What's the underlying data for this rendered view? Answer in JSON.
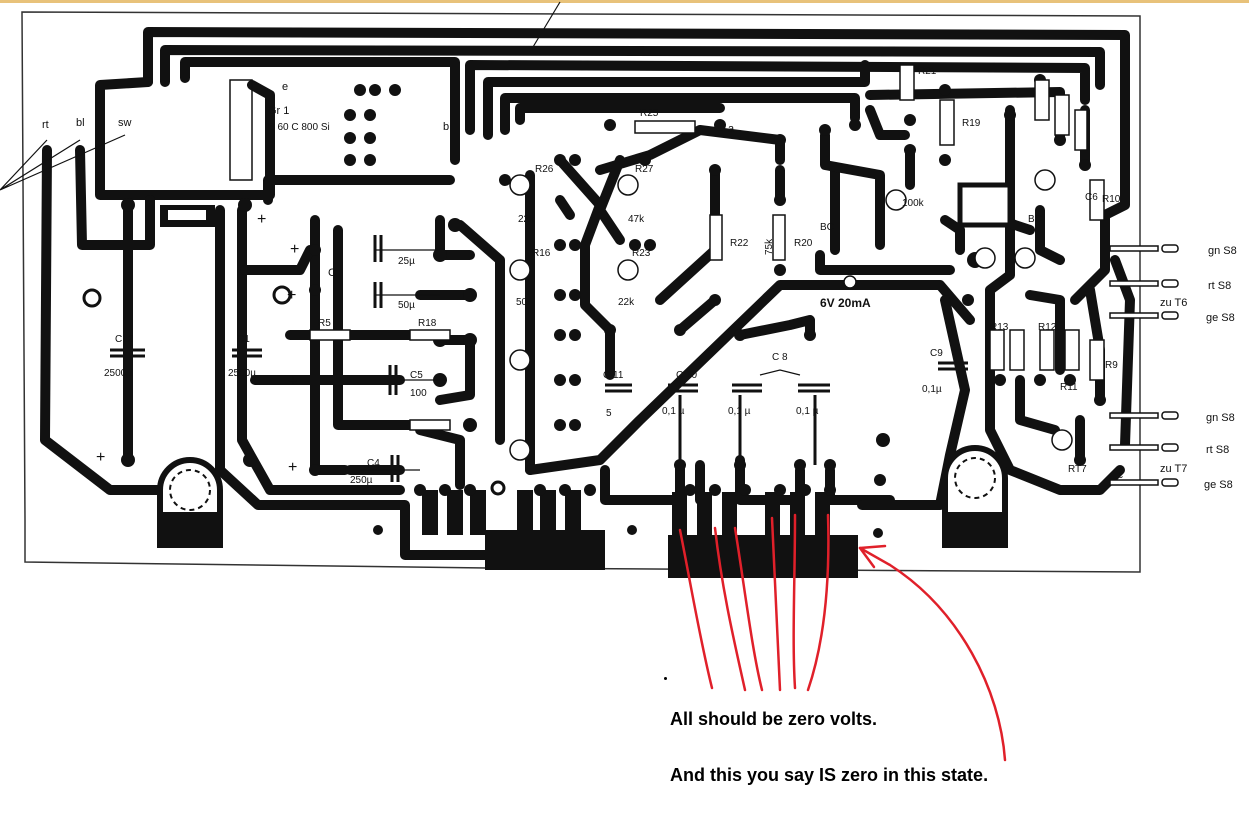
{
  "labels": {
    "wire_rt": "rt",
    "wire_bl": "bl",
    "wire_sw": "sw",
    "gr1": "Gr 1",
    "gr1_part": "B 60 C 800 Si",
    "pin_e": "e",
    "pin_b": "b",
    "pin_a": "a",
    "pin_c": "c",
    "r25": "R25",
    "r26": "R26",
    "r26_val": "22k",
    "r27": "R27",
    "r27_val": "47k",
    "r16": "R16",
    "r16_val": "50",
    "r23": "R23",
    "r23_val": "22k",
    "r22": "R22",
    "r20": "R20",
    "r20_val": "75k",
    "r21": "R21",
    "r19": "R19",
    "r100": "100k",
    "r5": "R5",
    "r18": "R18",
    "c": "C",
    "c25u": "25µ",
    "c50u": "50µ",
    "c5": "C5",
    "c5_val": "100",
    "c4": "C4",
    "c4_val": "250µ",
    "c12": "C12",
    "c12_val": "2500µ",
    "c1": "C1",
    "c1_val": "2500µ",
    "c11": "C 11",
    "c11_val": "5",
    "c10": "C 10",
    "c10_val": "0,1 µ",
    "c8": "C 8",
    "c8_val1": "0,1 µ",
    "c8_val2": "0,1 µ",
    "c9": "C9",
    "c9_val": "0,1µ",
    "c6": "C6",
    "zener": "6V  20mA",
    "r13": "R13",
    "r12": "R12",
    "r9": "R9",
    "r10": "R10",
    "r11": "R11",
    "rt7": "RT7",
    "bc1": "BC",
    "bc2": "BC"
  },
  "connectors": {
    "t6_label": "zu T6",
    "t7_label": "zu T7",
    "right": [
      "gn S8",
      "rt S8",
      "ge S8",
      "gn S8",
      "rt S8",
      "ge S8"
    ]
  },
  "annotations": {
    "line1": "All should  be zero volts.",
    "line2": "And this you say IS zero in this state."
  },
  "colors": {
    "trace": "#111111",
    "annotation_red": "#e0202a",
    "board_outline": "#333333"
  }
}
